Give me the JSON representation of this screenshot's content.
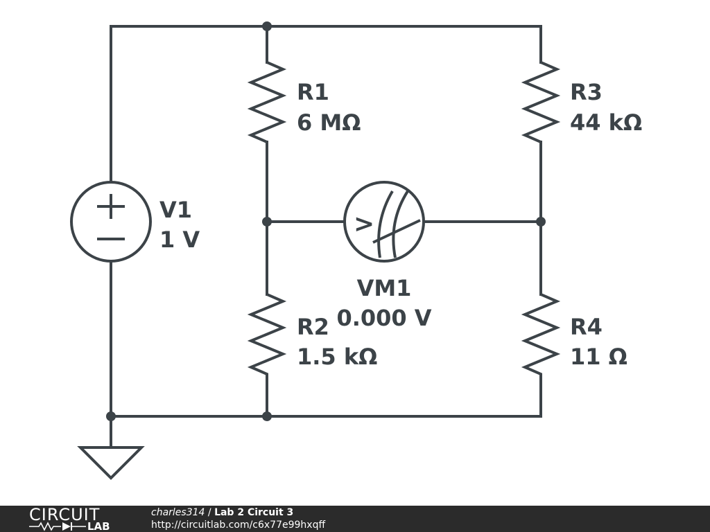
{
  "components": {
    "r1": {
      "name": "R1",
      "value": "6 MΩ"
    },
    "r2": {
      "name": "R2",
      "value": "1.5 kΩ"
    },
    "r3": {
      "name": "R3",
      "value": "44 kΩ"
    },
    "r4": {
      "name": "R4",
      "value": "11 Ω"
    },
    "v1": {
      "name": "V1",
      "value": "1 V"
    },
    "vm1": {
      "name": "VM1",
      "value": "0.000 V"
    }
  },
  "symbols": {
    "plus": "+",
    "minus": "−",
    "meter": ">"
  },
  "footer": {
    "brand_top": "CIRCUIT",
    "brand_bottom": "LAB",
    "author": "charles314",
    "separator": " / ",
    "title": "Lab 2 Circuit 3",
    "url": "http://circuitlab.com/c6x77e99hxqff"
  },
  "colors": {
    "ink": "#3c4348",
    "footer_bg": "#2b2b2b",
    "footer_text": "#ffffff"
  }
}
